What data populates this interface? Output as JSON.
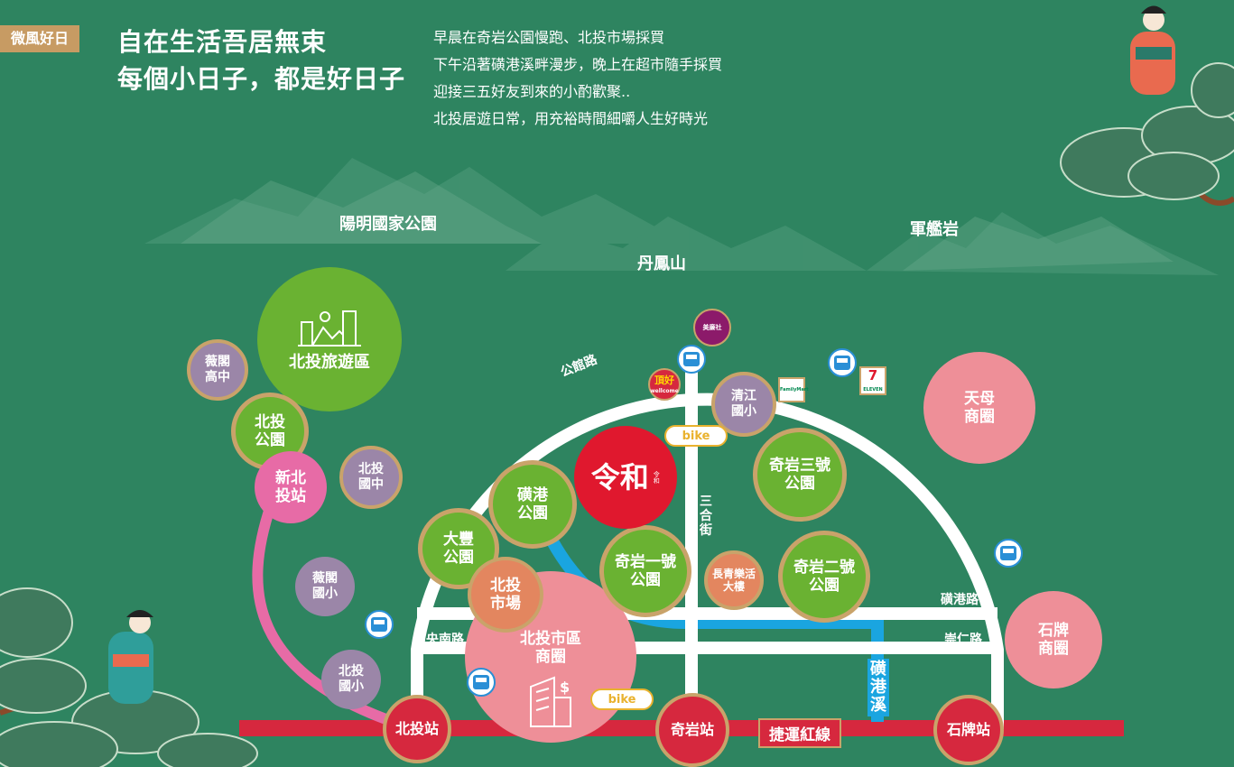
{
  "header": {
    "tag": "微風好日",
    "headline": [
      "自在生活吾居無束",
      "每個小日子，都是好日子"
    ],
    "intro": [
      "早晨在奇岩公園慢跑、北投市場採買",
      "下午沿著磺港溪畔漫步，晚上在超市隨手採買",
      "迎接三五好友到來的小酌歡聚..",
      "北投居遊日常，用充裕時間細嚼人生好時光"
    ]
  },
  "mountains": {
    "yangming": "陽明國家公園",
    "danfeng": "丹鳳山",
    "junjian": "軍艦岩"
  },
  "map": {
    "center": {
      "label": "令和",
      "sub": "令和"
    },
    "districts": {
      "beitou_tour": "北投旅遊區",
      "tianmu": "天母\n商圈",
      "shipai_area": "石牌\n商圈",
      "beitou_market_area": "北投市區\n商圈"
    },
    "parks": {
      "beitou_park": "北投\n公園",
      "huanggang_park": "磺港\n公園",
      "dafeng_park": "大豐\n公園",
      "qiyan3": "奇岩三號\n公園",
      "qiyan1": "奇岩一號\n公園",
      "qiyan2": "奇岩二號\n公園"
    },
    "schools": {
      "fuge_high": "薇閣\n高中",
      "beitou_junior": "北投\n國中",
      "fuge_elem": "薇閣\n國小",
      "beitou_elem": "北投\n國小",
      "qingjiang_elem": "清江\n國小"
    },
    "others": {
      "xinbeitou": "新北\n投站",
      "beitou_market": "北投\n市場",
      "changqing": "長青樂活\n大樓"
    },
    "stations": {
      "beitou": "北投站",
      "qiyan": "奇岩站",
      "shipai": "石牌站"
    },
    "mrt_line": "捷運紅線",
    "roads": {
      "gongguan": "公館路",
      "sanhe": "三合街",
      "huanggang_rd": "磺港路",
      "chongren": "崇仁路",
      "zhongyang_s": "中央南路"
    },
    "creek": "磺港溪",
    "ubike": "bike",
    "shops": {
      "wellcome": "頂好",
      "wellcome_en": "wellcome",
      "seven": "7",
      "seven_sub": "ELEVEN",
      "family": "FamilyMart",
      "meilianshe": "美廉社"
    },
    "icons": [
      "bus-icon",
      "ubike-icon",
      "city-skyline-icon",
      "building-dollar-icon"
    ],
    "colors": {
      "background": "#2e8460",
      "park": "#6ab232",
      "school": "#9b86a8",
      "district": "#ee8f98",
      "station": "#d6283e",
      "center": "#e0182e",
      "mrt": "#d6283e",
      "creek": "#1aa5e0",
      "xinbeitou_line": "#e76ba6",
      "ring": "#c9a36a"
    }
  }
}
